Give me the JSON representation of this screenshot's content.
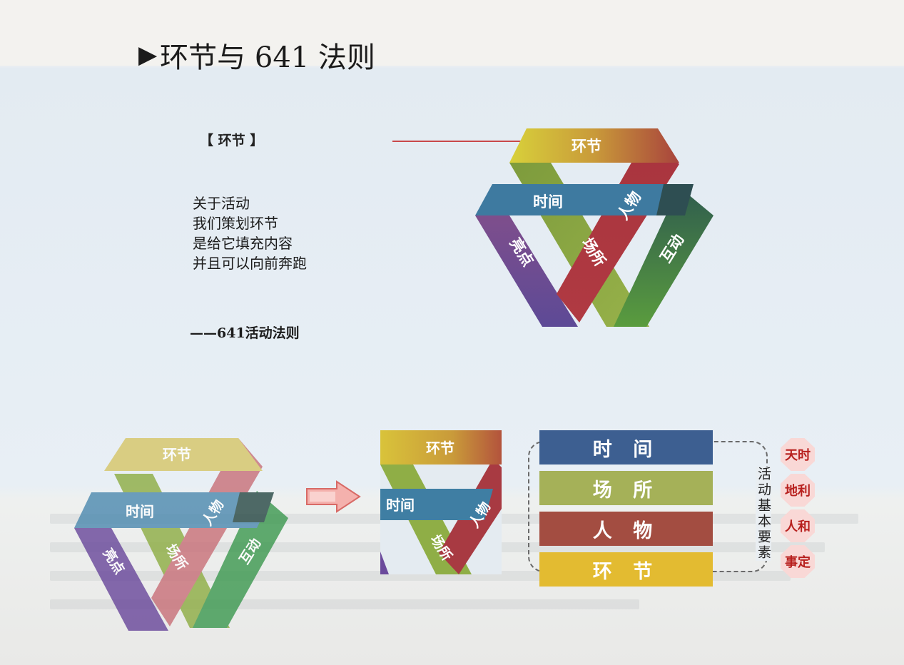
{
  "title": "环节与 641 法则",
  "title_marker": "▶",
  "bracket_label": "【 环节 】",
  "quote_lines": [
    "关于活动",
    "我们策划环节",
    "是给它填充内容",
    "并且可以向前奔跑"
  ],
  "source": "——641活动法则",
  "triangle_labels": {
    "huanjie": "环节",
    "shijian": "时间",
    "renwu": "人物",
    "changsuo": "场所",
    "liangdian": "亮点",
    "hudong": "互动"
  },
  "bars": [
    {
      "label": "时 间",
      "color": "#3d5f91"
    },
    {
      "label": "场 所",
      "color": "#a5b158"
    },
    {
      "label": "人 物",
      "color": "#a34d41"
    },
    {
      "label": "环 节",
      "color": "#e3bb31"
    }
  ],
  "bracket_text": "活动基本要素",
  "octagons": [
    "天时",
    "地利",
    "人和",
    "事定"
  ],
  "colors": {
    "yellow": "#d9c33a",
    "blue": "#3e7a9c",
    "red": "#b23c44",
    "green": "#6a9a3a",
    "purple": "#6b4f9e",
    "pink_arrow": "#f2a0a0"
  }
}
